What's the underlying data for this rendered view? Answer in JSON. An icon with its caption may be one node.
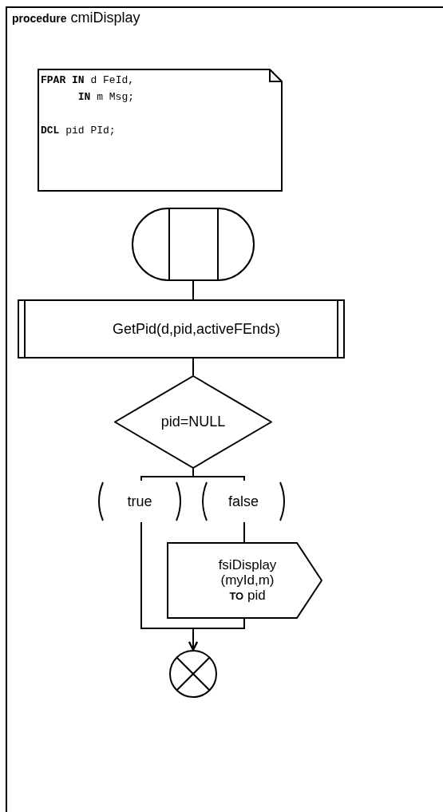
{
  "diagram": {
    "nodes": [
      {
        "text": [
          "**procedure** cmiDisplay"
        ]
      },
      {
        "text": [
          "**FPAR** **IN** d FeId, **IN** m Msg;",
          "**DCL** pid PId;"
        ],
        "in": 0
      },
      {
        "text": [],
        "shape": "capsule",
        "in": 0
      },
      {
        "text": [
          "GetPid(d,pid,activeFEnds)"
        ],
        "in": 0
      },
      {
        "text": [
          "pid=NULL"
        ],
        "in": 0
      },
      {
        "text": [
          "fsiDisplay (myId,m) **TO** pid"
        ],
        "in": 0
      },
      {
        "text": [],
        "shape": "circle",
        "in": 0
      }
    ],
    "edges": [
      {
        "from": 2,
        "to": 3,
        "arrow": "none"
      },
      {
        "from": 3,
        "to": 4,
        "arrow": "none"
      },
      {
        "from": 4,
        "to": 5,
        "arrow": "none",
        "label": "false"
      },
      {
        "from": 4,
        "to": 6,
        "arrow": "to",
        "label": "true"
      },
      {
        "from": 5,
        "to": 6,
        "arrow": "to"
      }
    ]
  }
}
